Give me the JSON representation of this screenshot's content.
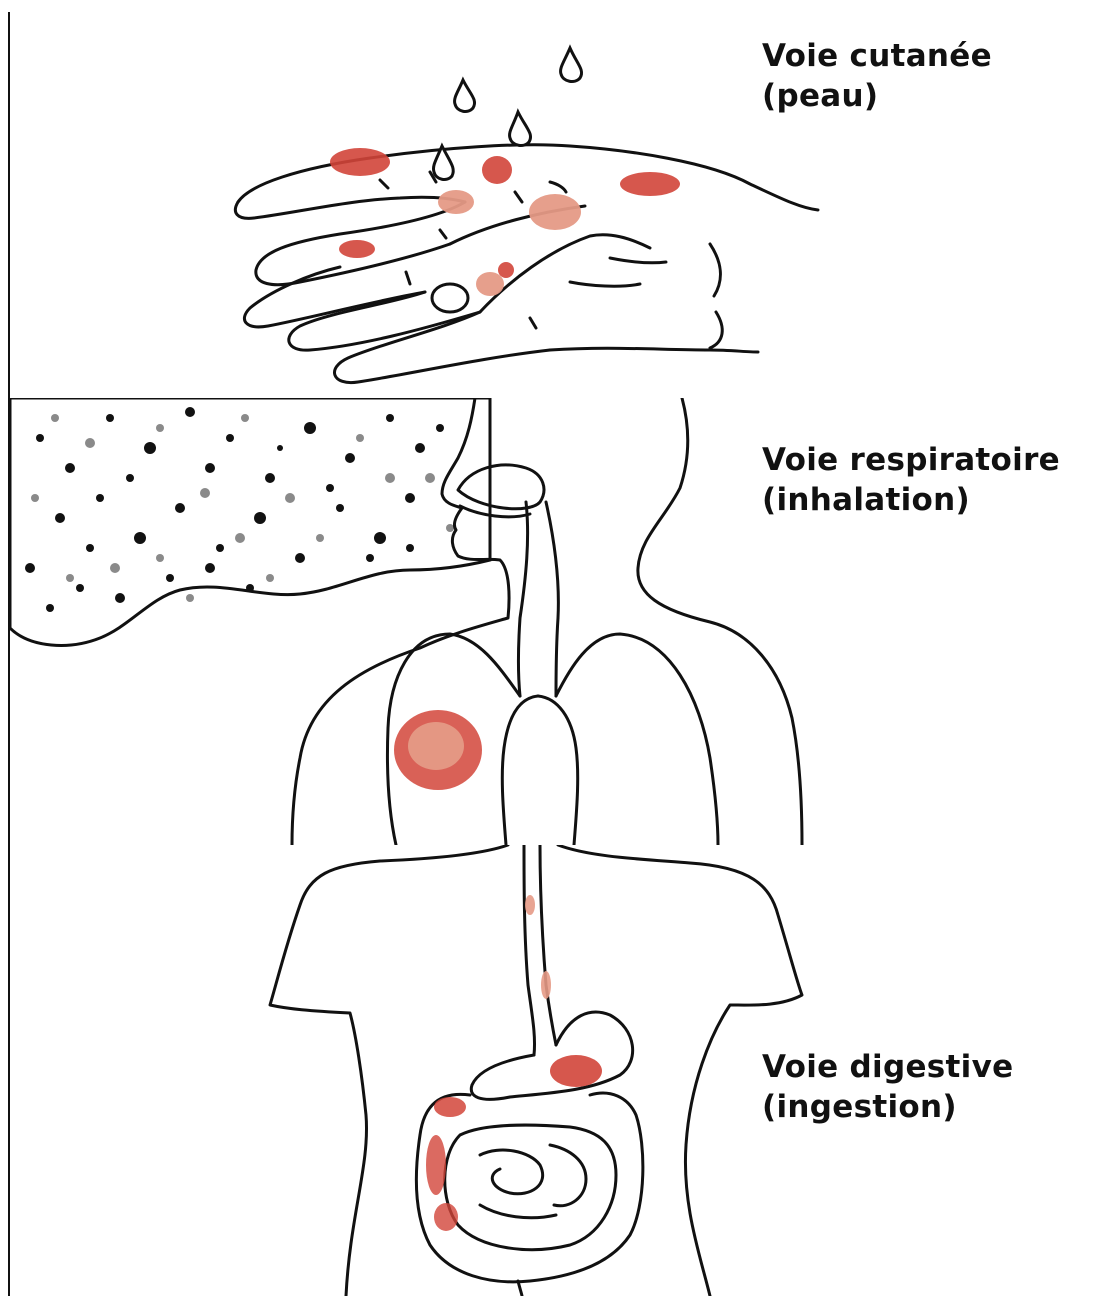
{
  "panels": [
    {
      "title": "Voie cutanée",
      "subtitle": "(peau)",
      "icon": "hand-with-drops-icon"
    },
    {
      "title": "Voie respiratoire",
      "subtitle": "(inhalation)",
      "icon": "respiratory-system-icon"
    },
    {
      "title": "Voie digestive",
      "subtitle": "(ingestion)",
      "icon": "digestive-system-icon"
    }
  ],
  "colors": {
    "line": "#111111",
    "lesion_dark": "#d2453a",
    "lesion_light": "#e59a86",
    "dust_black": "#111111",
    "dust_grey": "#8a8a8a",
    "background": "#ffffff"
  }
}
